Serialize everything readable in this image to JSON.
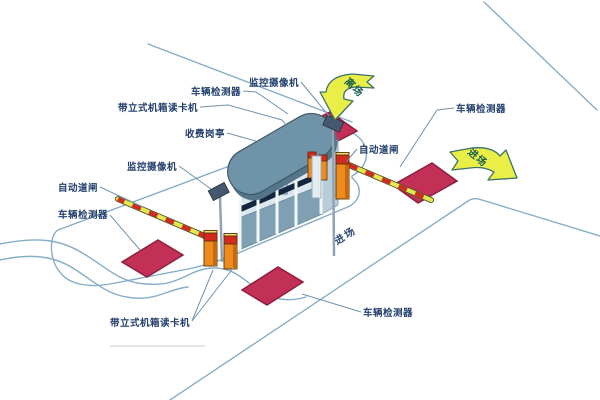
{
  "diagram": {
    "type": "parking-lot-toll-station-isometric-diagram",
    "callouts": [
      {
        "id": "vehicle-detector-top",
        "label": "车辆检测器"
      },
      {
        "id": "camera-top",
        "label": "监控摄像机"
      },
      {
        "id": "card-reader-top",
        "label": "带立式机箱读卡机"
      },
      {
        "id": "toll-booth",
        "label": "收费岗亭"
      },
      {
        "id": "camera-left",
        "label": "监控摄像机"
      },
      {
        "id": "barrier-left",
        "label": "自动道闸"
      },
      {
        "id": "vehicle-detector-left",
        "label": "车辆检测器"
      },
      {
        "id": "barrier-right",
        "label": "自动道闸"
      },
      {
        "id": "vehicle-detector-right",
        "label": "车辆检测器"
      },
      {
        "id": "card-reader-bottom",
        "label": "带立式机箱读卡机"
      },
      {
        "id": "vehicle-detector-bottom",
        "label": "车辆检测器"
      }
    ],
    "arrows": {
      "exit_label": "离场",
      "enter_label": "进场"
    },
    "road_label": "进场",
    "colors": {
      "label_text": "#24406e",
      "road_line": "#85aec6",
      "detector_pad": "#c23058",
      "pad_border": "#8e1f3d",
      "post_orange": "#ef8a1d",
      "post_red_cap": "#d4291f",
      "barrier_arm_yellow": "#e3e84e",
      "barrier_arm_red": "#cf2a24",
      "booth_roof": "#6f94a9",
      "booth_wall": "#7fa0b2",
      "arrow_yellow": "#e9ef46",
      "arrow_text": "#17604e"
    }
  }
}
